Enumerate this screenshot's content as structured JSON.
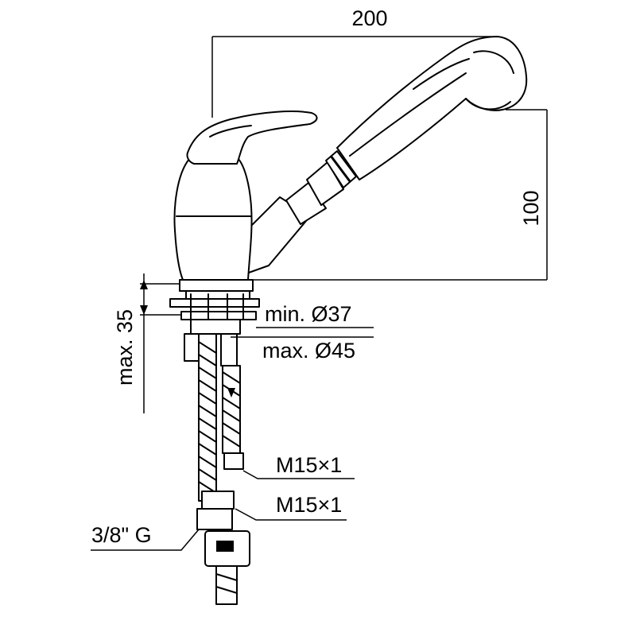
{
  "dimensions": {
    "width_label": "200",
    "height_label": "100",
    "deck_thickness_label": "max. 35"
  },
  "callouts": {
    "min_hole": "min. Ø37",
    "max_hole": "max. Ø45",
    "thread_upper": "M15×1",
    "thread_lower": "M15×1",
    "supply_connection": "3/8\" G"
  }
}
